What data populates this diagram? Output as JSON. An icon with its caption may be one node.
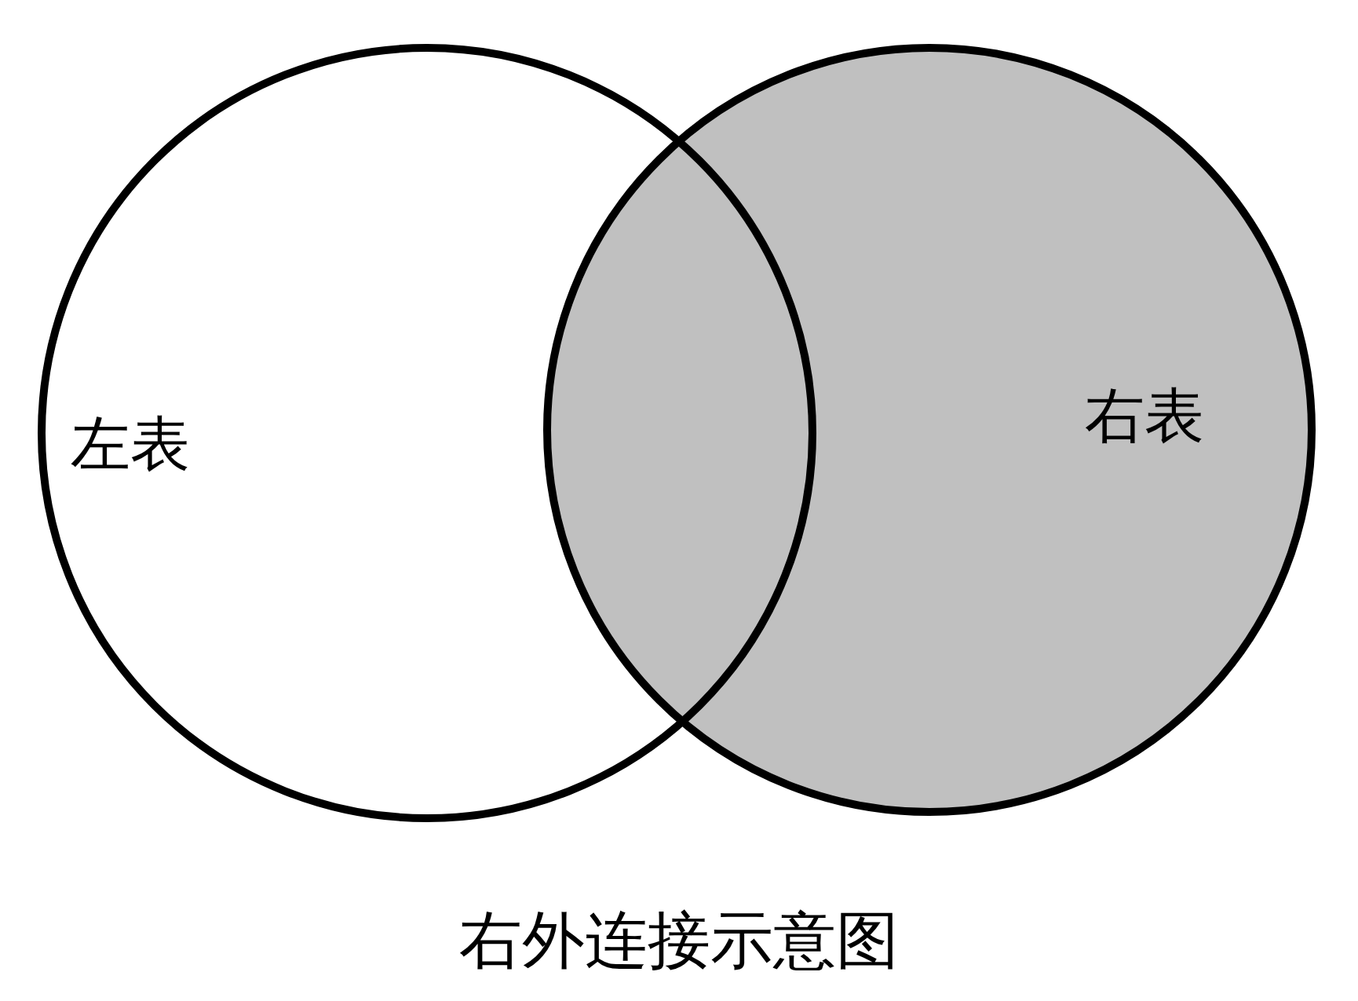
{
  "diagram": {
    "caption": "右外连接示意图",
    "nodes": [
      {
        "text": [
          "左表"
        ]
      },
      {
        "text": [
          "右表"
        ]
      }
    ]
  }
}
